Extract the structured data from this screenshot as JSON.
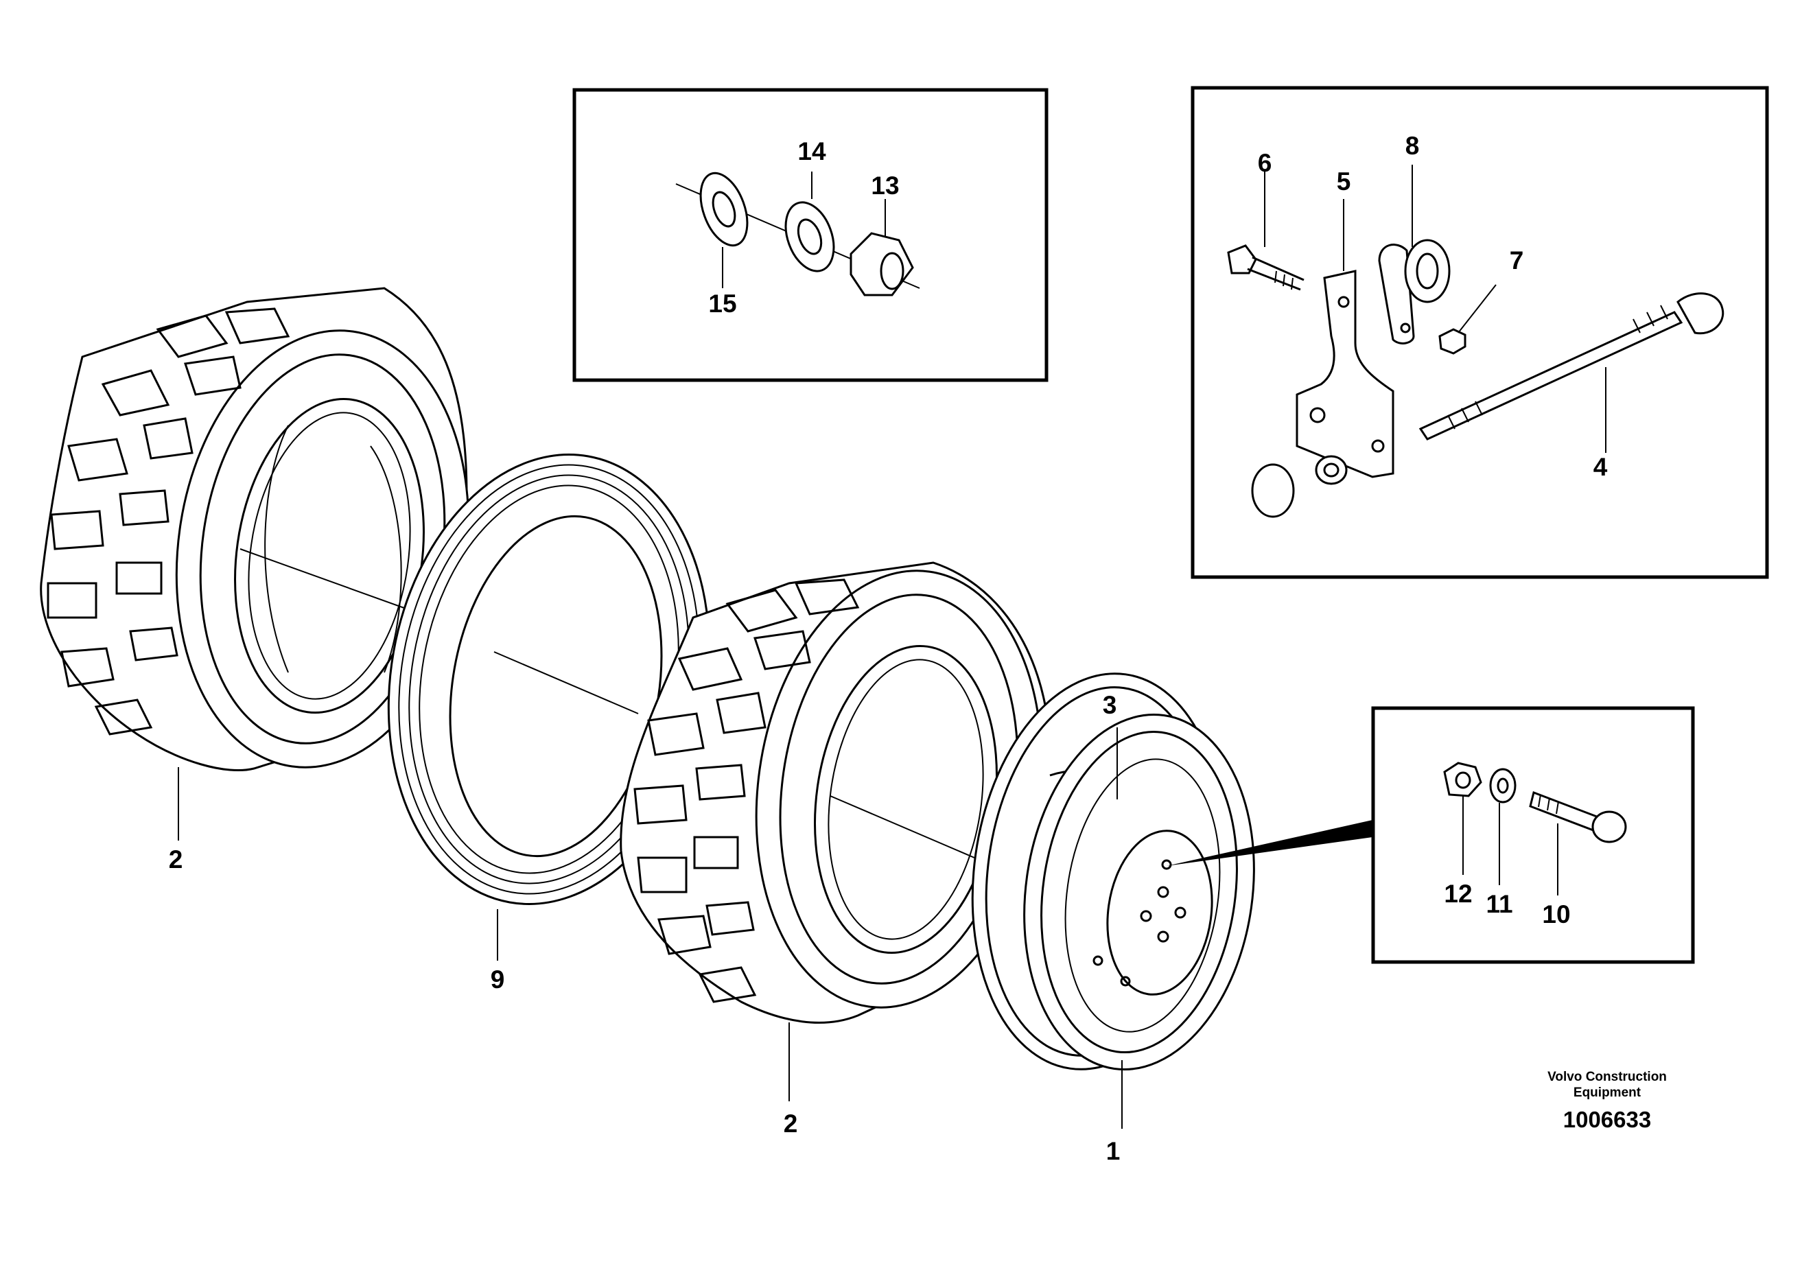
{
  "labels": {
    "p1": "1",
    "p2a": "2",
    "p2b": "2",
    "p3": "3",
    "p4": "4",
    "p5": "5",
    "p6": "6",
    "p7": "7",
    "p8": "8",
    "p9": "9",
    "p10": "10",
    "p11": "11",
    "p12": "12",
    "p13": "13",
    "p14": "14",
    "p15": "15"
  },
  "brand": {
    "line1": "Volvo Construction",
    "line2": "Equipment"
  },
  "doc_number": "1006633"
}
